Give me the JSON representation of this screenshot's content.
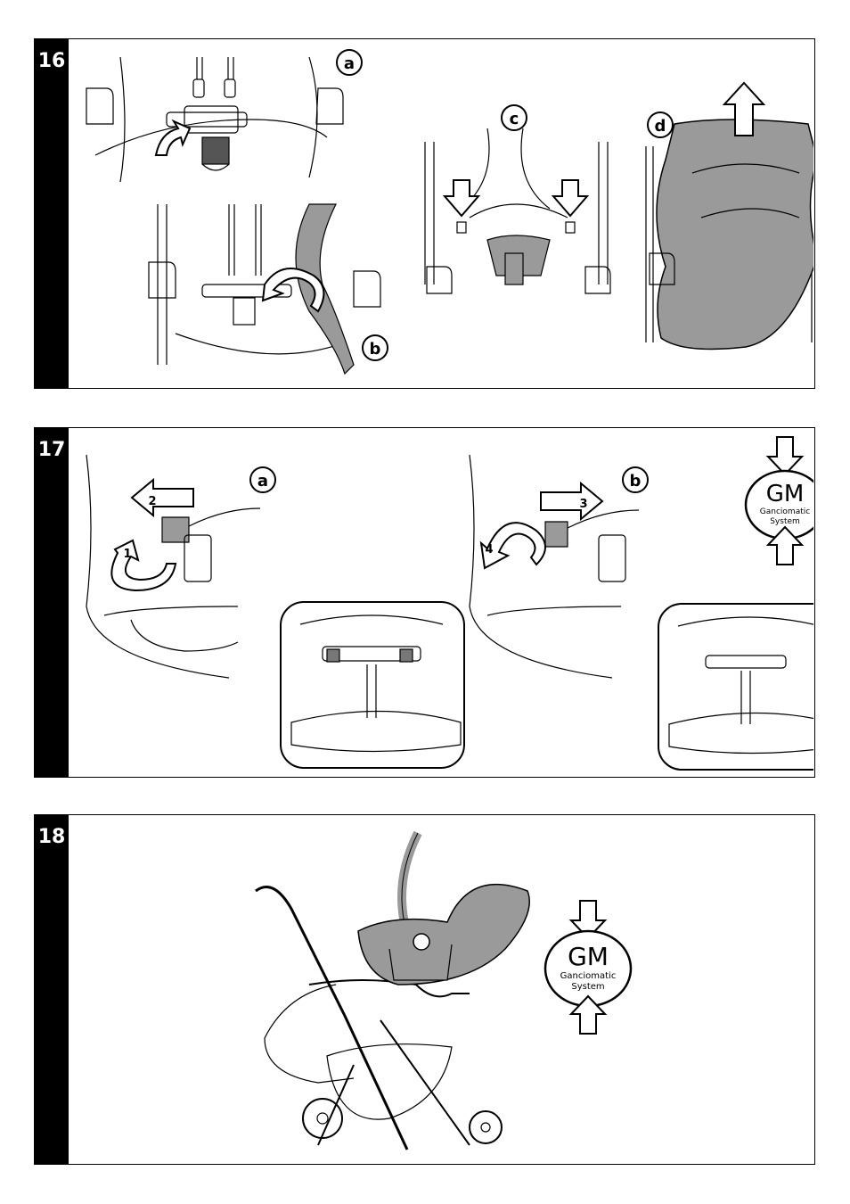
{
  "panels": [
    {
      "step": "16",
      "labels": [
        "a",
        "b",
        "c",
        "d"
      ]
    },
    {
      "step": "17",
      "labels": [
        "a",
        "b"
      ],
      "arrow_numbers": [
        "1",
        "2",
        "3",
        "4"
      ],
      "logo": {
        "big": "GM",
        "line1": "Ganciomatic",
        "line2": "System"
      }
    },
    {
      "step": "18",
      "logo": {
        "big": "GM",
        "line1": "Ganciomatic",
        "line2": "System"
      }
    }
  ],
  "colors": {
    "gray_fill": "#9a9a9a",
    "ink": "#000000"
  }
}
